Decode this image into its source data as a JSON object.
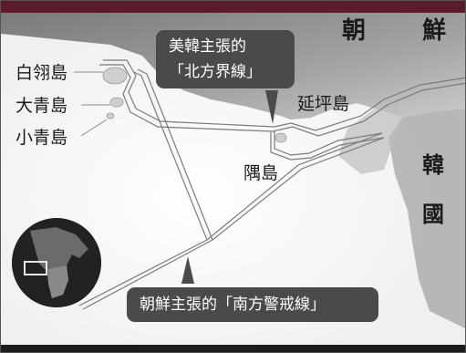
{
  "header": {
    "title_fragment": "美韓"
  },
  "regions": {
    "north_korea": "朝　鮮",
    "south_korea_top": "韓",
    "south_korea_bottom": "國"
  },
  "islands": {
    "baengnyeong": "白翎島",
    "daecheong": "大青島",
    "socheong": "小青島",
    "yeonpyeong": "延坪島",
    "u_island": "隅島"
  },
  "callouts": {
    "nll_line1": "美韓主張的",
    "nll_line2": "「北方界線」",
    "south_line": "朝鮮主張的「南方警戒線」"
  },
  "inset": {
    "shows": "korean-peninsula-locator"
  },
  "colors": {
    "header": "#5a1b2b",
    "callout_bg": "#4a4a4a",
    "sea": "#ffffff",
    "land": "#8e8e8e"
  }
}
